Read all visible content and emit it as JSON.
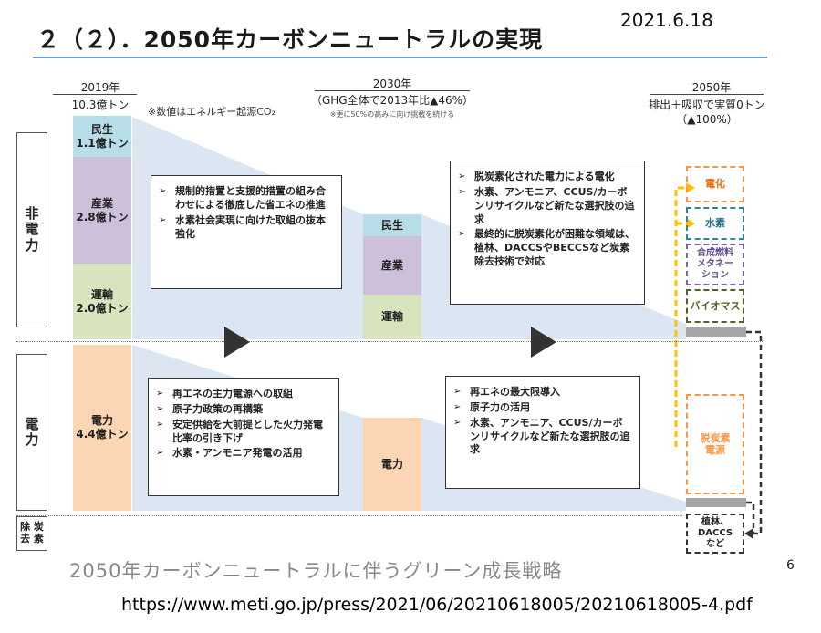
{
  "date": "2021.6.18",
  "title": "２（２）．2050年カーボンニュートラルの実現",
  "headers": {
    "y2019": "2019年",
    "y2019_total": "10.3億トン",
    "y2019_note": "※数値はエネルギー起源CO₂",
    "y2030": "2030年",
    "y2030_sub": "（GHG全体で2013年比▲46%）",
    "y2030_note": "※更に50%の高みに向け挑戦を続ける",
    "y2050": "2050年",
    "y2050_sub": "排出＋吸収で実質0トン",
    "y2050_sub2": "（▲100%）"
  },
  "row_labels": {
    "non_power": "非\n電\n力",
    "power": "電\n力",
    "removal": "除 炭\n去 素"
  },
  "bar2019": {
    "minsei": {
      "name": "民生",
      "value": "1.1億トン"
    },
    "sangyo": {
      "name": "産業",
      "value": "2.8億トン"
    },
    "unyu": {
      "name": "運輸",
      "value": "2.0億トン"
    },
    "denryoku": {
      "name": "電力",
      "value": "4.4億トン"
    }
  },
  "bar2030": {
    "minsei": "民生",
    "sangyo": "産業",
    "unyu": "運輸",
    "denryoku": "電力"
  },
  "box1_items": [
    "規制的措置と支援的措置の組み合わせによる徹底した省エネの推進",
    "水素社会実現に向けた取組の抜本強化"
  ],
  "box2_items": [
    "脱炭素化された電力による電化",
    "水素、アンモニア、CCUS/カーボンリサイクルなど新たな選択肢の追求",
    "最終的に脱炭素化が困難な領域は、植林、DACCSやBECCSなど炭素除去技術で対応"
  ],
  "box3_items": [
    "再エネの主力電源への取組",
    "原子力政策の再構築",
    "安定供給を大前提とした火力発電比率の引き下げ",
    "水素・アンモニア発電の活用"
  ],
  "box4_items": [
    "再エネの最大限導入",
    "原子力の活用",
    "水素、アンモニア、CCUS/カーボンリサイクルなど新たな選択肢の追求"
  ],
  "col2050": {
    "denka": "電化",
    "suiso": "水素",
    "gosei": "合成燃料\nメタネー\nション",
    "biomass": "バイオマス",
    "datsutanso": "脱炭素\n電源",
    "shokurin": "植林、\nDACCS\nなど"
  },
  "footer_title": "2050年カーボンニュートラルに伴うグリーン成長戦略",
  "page_number": "6",
  "url": "https://www.meti.go.jp/press/2021/06/20210618005/20210618005-4.pdf",
  "colors": {
    "minsei": "#b7dde8",
    "sangyo": "#ccc0da",
    "unyu": "#d7e4bd",
    "denryoku": "#fcd5b5",
    "fan": "#dce6f2",
    "orange": "#f79646",
    "blue_dash": "#31859c",
    "purple_dash": "#8064a2",
    "green_dash": "#4f6228",
    "yellow_arrow": "#ffc000",
    "rule": "#6b9bd1"
  }
}
